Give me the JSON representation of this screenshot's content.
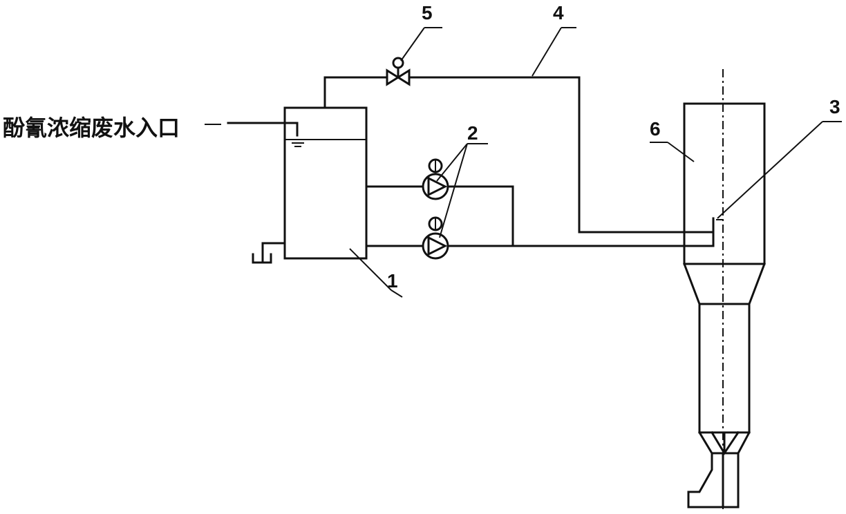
{
  "inlet_label": "酚氰浓缩废水入口",
  "callouts": {
    "tank": "1",
    "pumps": "2",
    "nozzle": "3",
    "pipeline": "4",
    "valve": "5",
    "tower": "6"
  }
}
